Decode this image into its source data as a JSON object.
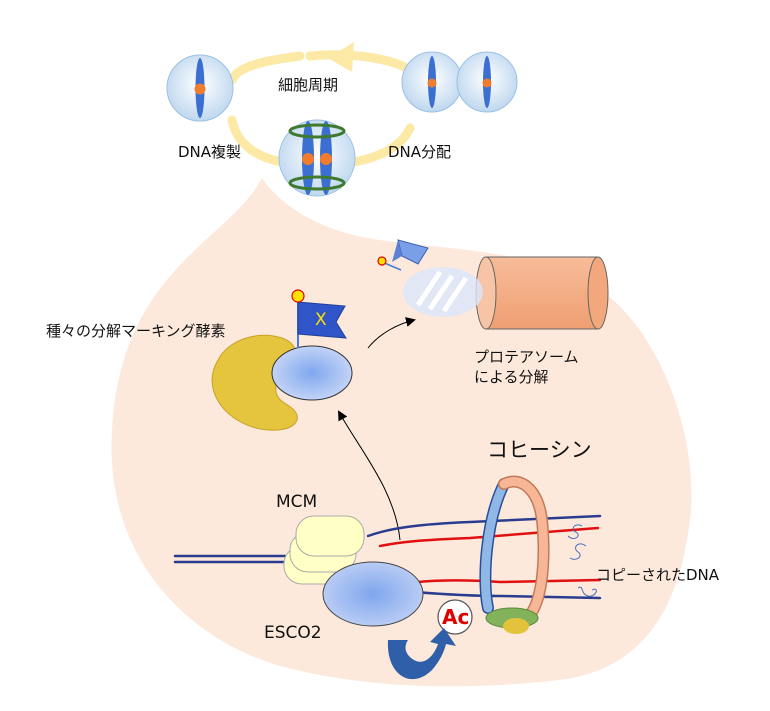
{
  "labels": {
    "cell_cycle": "細胞周期",
    "dna_replication": "DNA複製",
    "dna_segregation": "DNA分配",
    "marking_enzymes": "種々の分解マーキング酵素",
    "proteasome_line1": "プロテアソーム",
    "proteasome_line2": "による分解",
    "cohesin": "コヒーシン",
    "mcm": "MCM",
    "esco2": "ESCO2",
    "copied_dna": "コピーされたDNA",
    "acetyl": "Ac",
    "flag_mark": "X"
  },
  "colors": {
    "background_blob": "#fde9dc",
    "cycle_arrow": "#fde9a6",
    "cell": "#cfe2f3",
    "chromosome": "#3b6fd1",
    "centromere": "#f07d2e",
    "cohesin_ring_dark": "#3e7a2f",
    "dna_strand": "#2a3c8f",
    "new_dna": "#e01010",
    "mcm": "#ffffc6",
    "esco2": "#b9caf2",
    "enzyme_yellow": "#e5c43e",
    "flag": "#2f55c8",
    "proteasome": "#f5b28c",
    "cohesin_ring_blue": "#8fb8e6",
    "cohesin_ring_orange": "#f7b796",
    "cohesin_base_green": "#82b35a",
    "ac_red": "#e00000",
    "arrow_blue": "#2e5fa8"
  }
}
